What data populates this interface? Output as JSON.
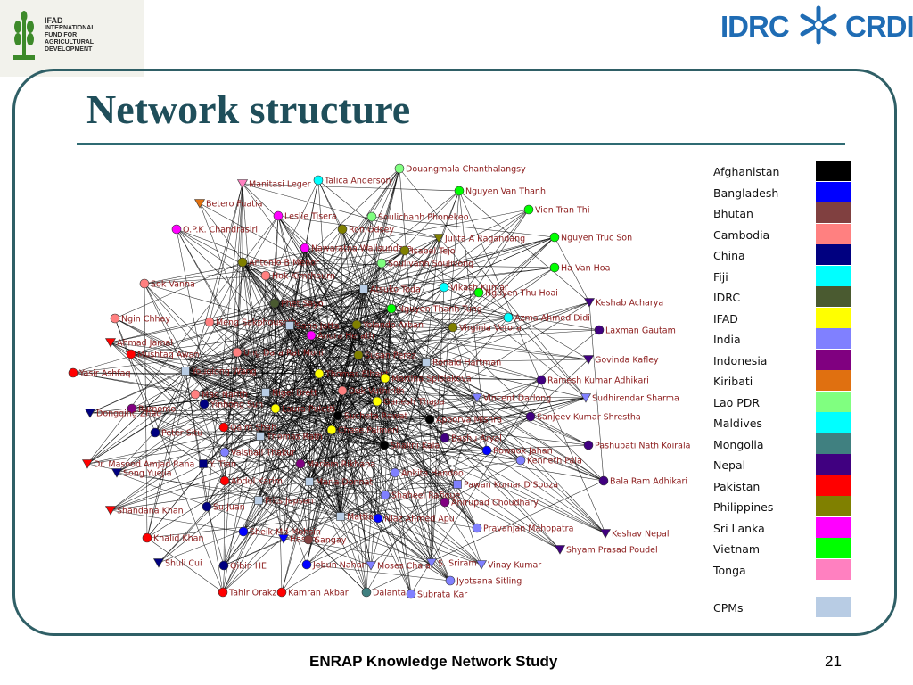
{
  "ifad_logo": {
    "name": "IFAD",
    "lines": [
      "INTERNATIONAL",
      "FUND FOR",
      "AGRICULTURAL",
      "DEVELOPMENT"
    ],
    "mark_color": "#3d8a2a"
  },
  "idrc_logo": {
    "left": "IDRC",
    "right": "CRDI",
    "color": "#1f6cb4"
  },
  "slide": {
    "title": "Network structure",
    "footer": "ENRAP Knowledge Network Study",
    "page": "21"
  },
  "legend": [
    {
      "label": "Afghanistan",
      "color": "#000000"
    },
    {
      "label": "Bangladesh",
      "color": "#0000ff"
    },
    {
      "label": "Bhutan",
      "color": "#804040"
    },
    {
      "label": "Cambodia",
      "color": "#ff8080"
    },
    {
      "label": "China",
      "color": "#000080"
    },
    {
      "label": "Fiji",
      "color": "#00ffff"
    },
    {
      "label": "IDRC",
      "color": "#4a5a30"
    },
    {
      "label": "IFAD",
      "color": "#ffff00"
    },
    {
      "label": "India",
      "color": "#8080ff"
    },
    {
      "label": "Indonesia",
      "color": "#800080"
    },
    {
      "label": "Kiribati",
      "color": "#e07010"
    },
    {
      "label": "Lao PDR",
      "color": "#80ff80"
    },
    {
      "label": "Maldives",
      "color": "#00ffff"
    },
    {
      "label": "Mongolia",
      "color": "#408080"
    },
    {
      "label": "Nepal",
      "color": "#400080"
    },
    {
      "label": "Pakistan",
      "color": "#ff0000"
    },
    {
      "label": "Philippines",
      "color": "#808000"
    },
    {
      "label": "Sri Lanka",
      "color": "#ff00ff"
    },
    {
      "label": "Vietnam",
      "color": "#00ff00"
    },
    {
      "label": "Tonga",
      "color": "#ff80c0"
    },
    {
      "label": "CPMs",
      "color": "#b8cce4"
    }
  ],
  "network": {
    "nodes": [
      {
        "label": "Douangmala Chanthalangsy",
        "country": "Lao PDR",
        "shape": "circle"
      },
      {
        "label": "Manitasi Leger",
        "country": "Tonga",
        "shape": "triangle"
      },
      {
        "label": "Talica Anderson",
        "country": "Fiji",
        "shape": "circle"
      },
      {
        "label": "Nguyen Van Thanh",
        "country": "Vietnam",
        "shape": "circle"
      },
      {
        "label": "Betero Fuatia",
        "country": "Kiribati",
        "shape": "triangle"
      },
      {
        "label": "Vien Tran Thi",
        "country": "Vietnam",
        "shape": "circle"
      },
      {
        "label": "Leslie Tisera",
        "country": "Sri Lanka",
        "shape": "circle"
      },
      {
        "label": "Soulichanh Phonekeo",
        "country": "Lao PDR",
        "shape": "circle"
      },
      {
        "label": "O.P.K. Chandrasiri",
        "country": "Sri Lanka",
        "shape": "circle"
      },
      {
        "label": "Ron Odsey",
        "country": "Philippines",
        "shape": "circle"
      },
      {
        "label": "Julita A Ragandang",
        "country": "Philippines",
        "shape": "triangle"
      },
      {
        "label": "Nguyen Truc Son",
        "country": "Vietnam",
        "shape": "circle"
      },
      {
        "label": "Nawaratna Walisundara",
        "country": "Sri Lanka",
        "shape": "circle"
      },
      {
        "label": "Isabel Tejo",
        "country": "Philippines",
        "shape": "circle"
      },
      {
        "label": "Antonio B Menor",
        "country": "Philippines",
        "shape": "circle"
      },
      {
        "label": "Soulivanh Soulivong",
        "country": "Lao PDR",
        "shape": "circle"
      },
      {
        "label": "Ha Van Hoa",
        "country": "Vietnam",
        "shape": "circle"
      },
      {
        "label": "Hok Kimthourn",
        "country": "Cambodia",
        "shape": "circle"
      },
      {
        "label": "Sok Vanna",
        "country": "Cambodia",
        "shape": "circle"
      },
      {
        "label": "Atsuko Toda",
        "country": "CPMs",
        "shape": "square"
      },
      {
        "label": "Vikash Kumar",
        "country": "Fiji",
        "shape": "circle"
      },
      {
        "label": "Nguyen Thu Hoai",
        "country": "Vietnam",
        "shape": "circle"
      },
      {
        "label": "Keshab Acharya",
        "country": "Nepal",
        "shape": "triangle"
      },
      {
        "label": "Phet Sayo",
        "country": "IDRC",
        "shape": "circle"
      },
      {
        "label": "Nguyen Thanh Tung",
        "country": "Vietnam",
        "shape": "circle"
      },
      {
        "label": "Ngin Chhay",
        "country": "Cambodia",
        "shape": "circle"
      },
      {
        "label": "Meng Sakphouseth",
        "country": "Cambodia",
        "shape": "circle"
      },
      {
        "label": "Sana Jatta",
        "country": "CPMs",
        "shape": "square"
      },
      {
        "label": "Yolando Arban",
        "country": "Philippines",
        "shape": "circle"
      },
      {
        "label": "Azma Ahmed Didi",
        "country": "Maldives",
        "shape": "circle"
      },
      {
        "label": "Virginia Verora",
        "country": "Philippines",
        "shape": "circle"
      },
      {
        "label": "Anura Herath",
        "country": "Sri Lanka",
        "shape": "circle"
      },
      {
        "label": "Laxman Gautam",
        "country": "Nepal",
        "shape": "circle"
      },
      {
        "label": "Ahmad Jamal",
        "country": "Pakistan",
        "shape": "triangle"
      },
      {
        "label": "Ung Dara Rat Moni",
        "country": "Cambodia",
        "shape": "circle"
      },
      {
        "label": "Mushtaq Awan",
        "country": "Pakistan",
        "shape": "circle"
      },
      {
        "label": "Susan Perez",
        "country": "Philippines",
        "shape": "circle"
      },
      {
        "label": "Ronald Hartman",
        "country": "CPMs",
        "shape": "square"
      },
      {
        "label": "Govinda Kafley",
        "country": "Nepal",
        "shape": "triangle"
      },
      {
        "label": "Yasir Ashfaq",
        "country": "Pakistan",
        "shape": "circle"
      },
      {
        "label": "Youqiong Wang",
        "country": "CPMs",
        "shape": "square"
      },
      {
        "label": "Thomas Elhaut",
        "country": "IFAD",
        "shape": "circle"
      },
      {
        "label": "Martina Spisiakova",
        "country": "IFAD",
        "shape": "circle"
      },
      {
        "label": "Ramesh Kumar Adhikari",
        "country": "Nepal",
        "shape": "circle"
      },
      {
        "label": "Mao Narith",
        "country": "Cambodia",
        "shape": "circle"
      },
      {
        "label": "Nigel Brett",
        "country": "CPMs",
        "shape": "square"
      },
      {
        "label": "Ouk Vuthirith",
        "country": "Cambodia",
        "shape": "circle"
      },
      {
        "label": "Vincent Darlong",
        "country": "India",
        "shape": "triangle"
      },
      {
        "label": "Sudhirendar Sharma",
        "country": "India",
        "shape": "triangle"
      },
      {
        "label": "Purnomo",
        "country": "Indonesia",
        "shape": "circle"
      },
      {
        "label": "Yinhong Sun",
        "country": "China",
        "shape": "circle"
      },
      {
        "label": "Laura Puletti",
        "country": "IFAD",
        "shape": "circle"
      },
      {
        "label": "Ganesh Thapa",
        "country": "IFAD",
        "shape": "circle"
      },
      {
        "label": "Dongqing Zhao",
        "country": "China",
        "shape": "triangle"
      },
      {
        "label": "Sucheta Rawat",
        "country": "Afghanistan",
        "shape": "circle"
      },
      {
        "label": "Apoorva Mishra",
        "country": "Afghanistan",
        "shape": "circle"
      },
      {
        "label": "Sanjeev Kumar Shrestha",
        "country": "Nepal",
        "shape": "circle"
      },
      {
        "label": "Qaim Shah",
        "country": "Pakistan",
        "shape": "circle"
      },
      {
        "label": "Chase Palmeri",
        "country": "IFAD",
        "shape": "circle"
      },
      {
        "label": "Peter Situ",
        "country": "China",
        "shape": "circle"
      },
      {
        "label": "Thomas Rath",
        "country": "CPMs",
        "shape": "square"
      },
      {
        "label": "Bashu Aryal",
        "country": "Nepal",
        "shape": "circle"
      },
      {
        "label": "Shalini Kala",
        "country": "Afghanistan",
        "shape": "circle"
      },
      {
        "label": "Pashupati Nath Koirala",
        "country": "Nepal",
        "shape": "circle"
      },
      {
        "label": "Rownok Jahan",
        "country": "Bangladesh",
        "shape": "circle"
      },
      {
        "label": "Vaishali Thakur",
        "country": "India",
        "shape": "circle"
      },
      {
        "label": "Kenneth Pala",
        "country": "India",
        "shape": "circle"
      },
      {
        "label": "Dr. Masood Amjad Rana",
        "country": "Pakistan",
        "shape": "triangle"
      },
      {
        "label": "Y. Tian",
        "country": "China",
        "shape": "square"
      },
      {
        "label": "Mariam Rikhana",
        "country": "Indonesia",
        "shape": "circle"
      },
      {
        "label": "Ankita Handoo",
        "country": "India",
        "shape": "circle"
      },
      {
        "label": "Song Yuejia",
        "country": "China",
        "shape": "triangle"
      },
      {
        "label": "Abdul Karim",
        "country": "Pakistan",
        "shape": "circle"
      },
      {
        "label": "Maria Donnat",
        "country": "CPMs",
        "shape": "square"
      },
      {
        "label": "Pawan Kumar D'Souza",
        "country": "India",
        "shape": "square"
      },
      {
        "label": "Bala Ram Adhikari",
        "country": "Nepal",
        "shape": "circle"
      },
      {
        "label": "Shaheel Rafique",
        "country": "India",
        "shape": "circle"
      },
      {
        "label": "Frits Jepsen",
        "country": "CPMs",
        "shape": "square"
      },
      {
        "label": "Anirupad Choudhary",
        "country": "Indonesia",
        "shape": "circle"
      },
      {
        "label": "Shandana Khan",
        "country": "Pakistan",
        "shape": "triangle"
      },
      {
        "label": "Su Juan",
        "country": "China",
        "shape": "circle"
      },
      {
        "label": "Mattia",
        "country": "CPMs",
        "shape": "square"
      },
      {
        "label": "Niaz Ahmed Apu",
        "country": "Bangladesh",
        "shape": "circle"
      },
      {
        "label": "Pravanjan Mahopatra",
        "country": "India",
        "shape": "circle"
      },
      {
        "label": "Sheik Md Mohsin",
        "country": "Bangladesh",
        "shape": "circle"
      },
      {
        "label": "Keshav Nepal",
        "country": "Nepal",
        "shape": "triangle"
      },
      {
        "label": "Khalid Khan",
        "country": "Pakistan",
        "shape": "circle"
      },
      {
        "label": "Hasan",
        "country": "Bangladesh",
        "shape": "triangle"
      },
      {
        "label": "Sangay",
        "country": "Bhutan",
        "shape": "circle"
      },
      {
        "label": "Shyam Prasad Poudel",
        "country": "Nepal",
        "shape": "triangle"
      },
      {
        "label": "Shuli Cui",
        "country": "China",
        "shape": "triangle"
      },
      {
        "label": "Qibin HE",
        "country": "China",
        "shape": "circle"
      },
      {
        "label": "Jebun Nahar",
        "country": "Bangladesh",
        "shape": "circle"
      },
      {
        "label": "Moses Chalai",
        "country": "India",
        "shape": "triangle"
      },
      {
        "label": "S. Sriram",
        "country": "India",
        "shape": "triangle"
      },
      {
        "label": "Vinay Kumar",
        "country": "India",
        "shape": "triangle"
      },
      {
        "label": "Jyotsana Sitling",
        "country": "India",
        "shape": "circle"
      },
      {
        "label": "Tahir Orakzai",
        "country": "Pakistan",
        "shape": "circle"
      },
      {
        "label": "Kamran Akbar",
        "country": "Pakistan",
        "shape": "circle"
      },
      {
        "label": "Dalantai",
        "country": "Mongolia",
        "shape": "circle"
      },
      {
        "label": "Subrata Kar",
        "country": "India",
        "shape": "circle"
      }
    ]
  }
}
